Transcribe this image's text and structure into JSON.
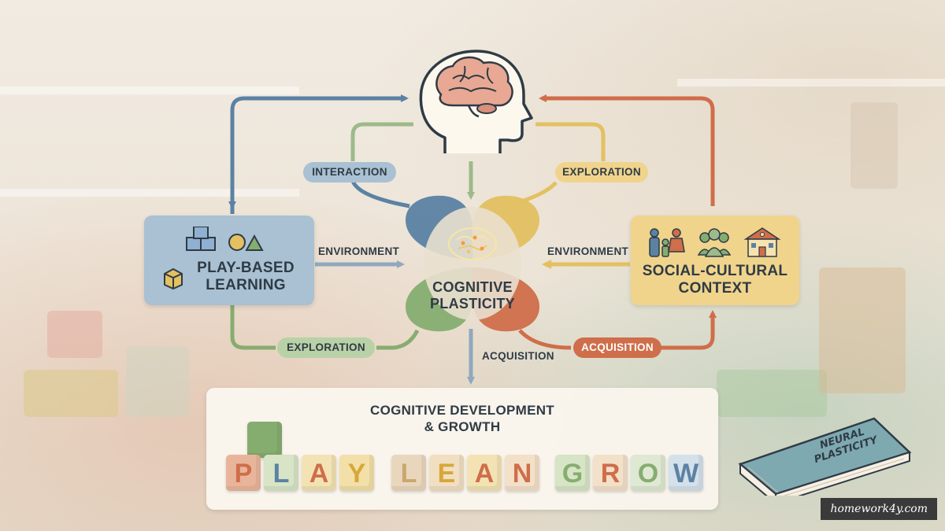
{
  "center": {
    "title_line1": "COGNITIVE",
    "title_line2": "PLASTICITY"
  },
  "left_box": {
    "title_line1": "PLAY-BASED",
    "title_line2": "LEARNING"
  },
  "right_box": {
    "title_line1": "SOCIAL-CULTURAL",
    "title_line2": "CONTEXT"
  },
  "bottom_box": {
    "title_line1": "COGNITIVE DEVELOPMENT",
    "title_line2": "& GROWTH",
    "words": [
      {
        "word": "PLAY",
        "letters": [
          "P",
          "L",
          "A",
          "Y"
        ]
      },
      {
        "word": "LEAN",
        "letters": [
          "L",
          "E",
          "A",
          "N"
        ]
      },
      {
        "word": "GROW",
        "letters": [
          "G",
          "R",
          "O",
          "W"
        ]
      }
    ]
  },
  "connectors": {
    "interaction": "INTERACTION",
    "exploration_top": "EXPLORATION",
    "environment_left": "ENVIRONMENT",
    "environment_right": "ENVIRONMENT",
    "exploration_bottom": "EXPLORATION",
    "acquisition_center": "ACQUISITION",
    "acquisition_right": "ACQUISITION"
  },
  "book": {
    "line1": "NEURAL",
    "line2": "PLASTICITY"
  },
  "watermark": "homework4y.com",
  "icons": {
    "head": "brain-head-icon",
    "shapes": "shapes-icon",
    "family": "family-icon",
    "group": "group-icon",
    "school": "school-icon"
  },
  "colors": {
    "blue": "#5b82a3",
    "yellow": "#e3c061",
    "green": "#86ad70",
    "orange": "#cf6e4a",
    "sage": "#9dba8a"
  }
}
